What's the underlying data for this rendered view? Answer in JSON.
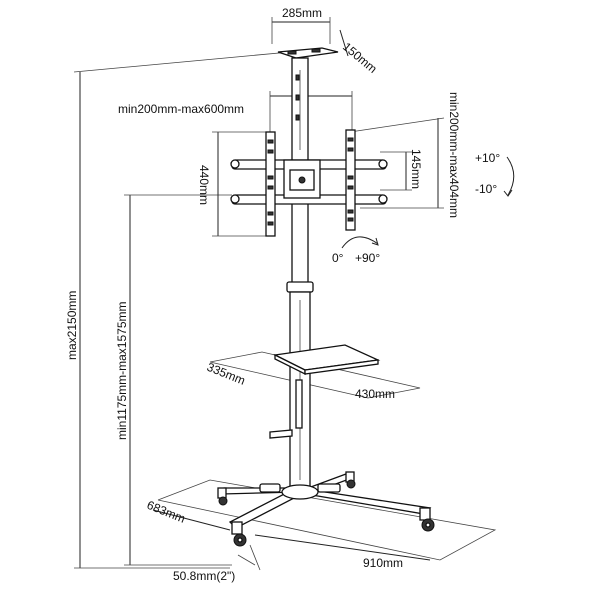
{
  "labels": {
    "top_width": "285mm",
    "top_depth": "150mm",
    "vesa_width": "min200mm-max600mm",
    "vesa_height": "min200mm-max404mm",
    "bracket_height": "440mm",
    "bracket_inner": "145mm",
    "tilt_up": "+10°",
    "tilt_down": "-10°",
    "rotate_start": "0°",
    "rotate_end": "+90°",
    "total_height": "max2150mm",
    "adjust_height": "min1175mm-max1575mm",
    "shelf_depth": "335mm",
    "shelf_width": "430mm",
    "base_depth": "683mm",
    "base_width": "910mm",
    "caster": "50.8mm(2\")"
  }
}
